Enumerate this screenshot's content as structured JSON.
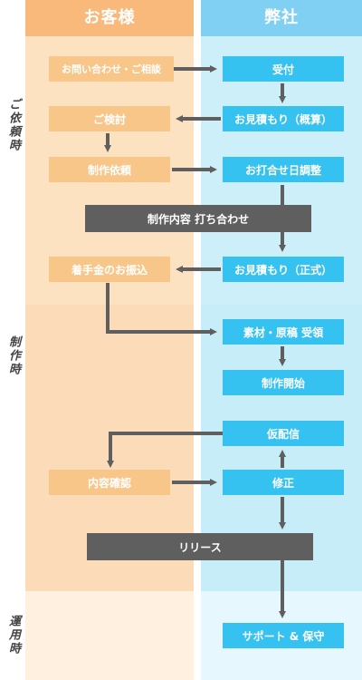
{
  "columns": {
    "customer": "お客様",
    "company": "弊社"
  },
  "phases": {
    "request": "ご依頼時",
    "production": "制作時",
    "operation": "運用時"
  },
  "steps": {
    "inquiry": "お問い合わせ・ご相談",
    "reception": "受付",
    "consideration": "ご検討",
    "estimate_rough": "お見積もり（概算）",
    "order": "制作依頼",
    "schedule": "お打合せ日調整",
    "meeting": "制作内容 打ち合わせ",
    "estimate_formal": "お見積もり（正式）",
    "deposit": "着手金のお振込",
    "materials": "素材・原稿 受領",
    "start": "制作開始",
    "preview": "仮配信",
    "review": "内容確認",
    "fix": "修正",
    "release": "リリース",
    "support": "サポート & 保守"
  },
  "colors": {
    "customer_header": "#f9b97a",
    "company_header": "#7fd0f2",
    "customer_box": "#f9c689",
    "company_box": "#35c2f0",
    "shared_box": "#5f5f5f",
    "arrow": "#5f5f5f"
  }
}
